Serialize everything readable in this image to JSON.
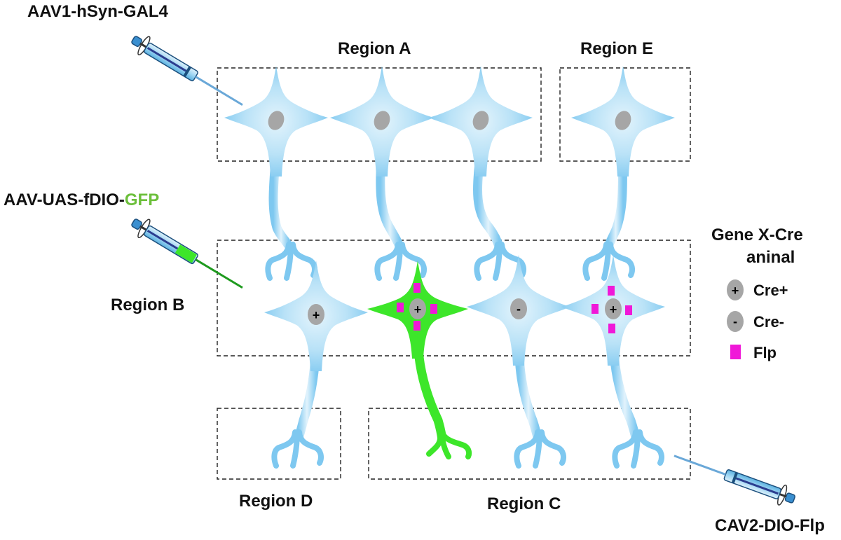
{
  "injections": {
    "top": {
      "label": "AAV1-hSyn-GAL4"
    },
    "middle": {
      "label_prefix": "AAV-UAS-fDIO-",
      "label_highlight": "GFP"
    },
    "bottom": {
      "label": "CAV2-DIO-Flp"
    }
  },
  "regions": {
    "a": "Region A",
    "b": "Region B",
    "c": "Region C",
    "d": "Region D",
    "e": "Region E"
  },
  "legend": {
    "title_line1": "Gene X-Cre",
    "title_line2": "aninal",
    "cre_pos_symbol": "+",
    "cre_pos_label": "Cre+",
    "cre_neg_symbol": "-",
    "cre_neg_label": "Cre-",
    "flp_label": "Flp"
  },
  "neuron_markers": {
    "b1": "+",
    "b2": "+",
    "b3": "-",
    "b4": "+"
  },
  "colors": {
    "neuron_blue": "#7ec8f0",
    "neuron_blue_light": "#d8effb",
    "gfp_green": "#3de62a",
    "flp_magenta": "#f018d8",
    "nucleus_gray": "#a6a6a6",
    "gfp_text": "#6cbf3b"
  }
}
